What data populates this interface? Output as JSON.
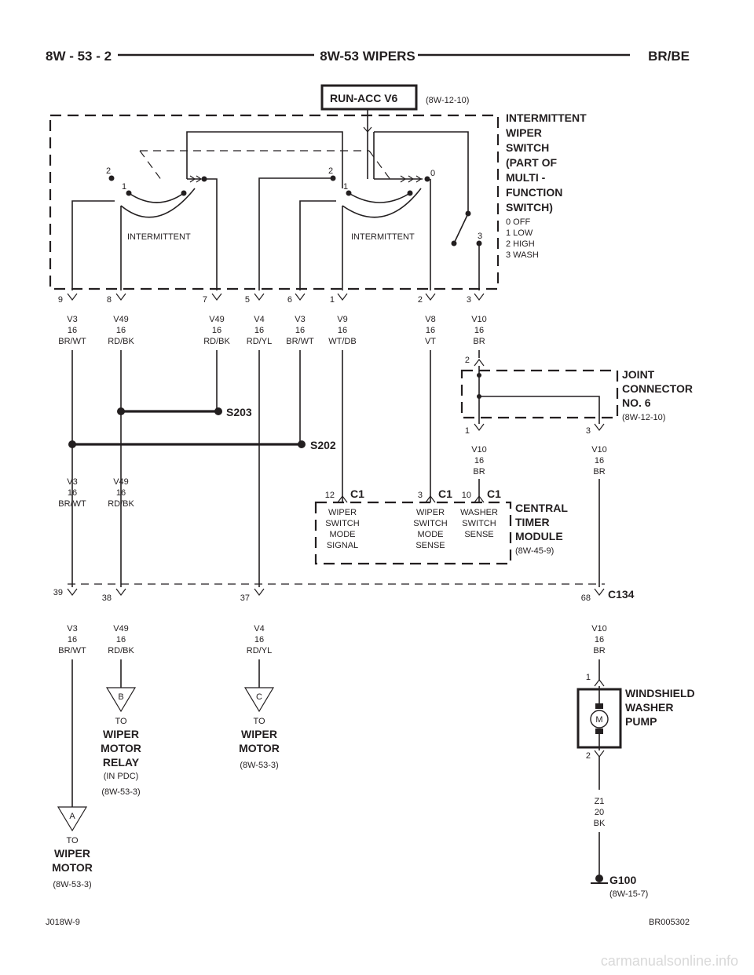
{
  "header": {
    "left": "8W - 53 - 2",
    "center": "8W-53 WIPERS",
    "right": "BR/BE"
  },
  "footer": {
    "left": "J018W-9",
    "right": "BR005302",
    "watermark": "carmanualsonline.info"
  },
  "power": {
    "label": "RUN-ACC V6",
    "ref": "(8W-12-10)"
  },
  "switch": {
    "title_lines": [
      "INTERMITTENT",
      "WIPER",
      "SWITCH",
      "(PART OF",
      "MULTI -",
      "FUNCTION",
      "SWITCH)"
    ],
    "legend": [
      "0 OFF",
      "1 LOW",
      "2 HIGH",
      "3 WASH"
    ],
    "inner_label_left": "INTERMITTENT",
    "inner_label_right": "INTERMITTENT",
    "pos_left_2": "2",
    "pos_left_1": "1",
    "pos_right_2": "2",
    "pos_right_1": "1",
    "pos_right_0": "0",
    "pos_wash_3": "3"
  },
  "switch_pins": [
    {
      "pin": "9",
      "circuit": "V3",
      "gauge": "16",
      "color": "BR/WT"
    },
    {
      "pin": "8",
      "circuit": "V49",
      "gauge": "16",
      "color": "RD/BK"
    },
    {
      "pin": "7",
      "circuit": "V49",
      "gauge": "16",
      "color": "RD/BK"
    },
    {
      "pin": "5",
      "circuit": "V4",
      "gauge": "16",
      "color": "RD/YL"
    },
    {
      "pin": "6",
      "circuit": "V3",
      "gauge": "16",
      "color": "BR/WT"
    },
    {
      "pin": "1",
      "circuit": "V9",
      "gauge": "16",
      "color": "WT/DB"
    },
    {
      "pin": "2",
      "circuit": "V8",
      "gauge": "16",
      "color": "VT"
    },
    {
      "pin": "3",
      "circuit": "V10",
      "gauge": "16",
      "color": "BR"
    }
  ],
  "splices": {
    "s203": "S203",
    "s202": "S202"
  },
  "joint_connector": {
    "title_lines": [
      "JOINT",
      "CONNECTOR",
      "NO. 6"
    ],
    "ref": "(8W-12-10)",
    "pin_top": "2",
    "pin_left": "1",
    "pin_right": "3"
  },
  "jc_wires": [
    {
      "circuit": "V10",
      "gauge": "16",
      "color": "BR"
    },
    {
      "circuit": "V10",
      "gauge": "16",
      "color": "BR"
    }
  ],
  "mid_wires": [
    {
      "circuit": "V3",
      "gauge": "16",
      "color": "BR/WT"
    },
    {
      "circuit": "V49",
      "gauge": "16",
      "color": "RD/BK"
    }
  ],
  "ctm": {
    "title_lines": [
      "CENTRAL",
      "TIMER",
      "MODULE"
    ],
    "ref": "(8W-45-9)",
    "connectors": [
      {
        "pin": "12",
        "conn": "C1",
        "label_lines": [
          "WIPER",
          "SWITCH",
          "MODE",
          "SIGNAL"
        ]
      },
      {
        "pin": "3",
        "conn": "C1",
        "label_lines": [
          "WIPER",
          "SWITCH",
          "MODE",
          "SENSE"
        ]
      },
      {
        "pin": "10",
        "conn": "C1",
        "label_lines": [
          "WASHER",
          "SWITCH",
          "SENSE"
        ]
      }
    ]
  },
  "c134": {
    "label": "C134",
    "pins": [
      "39",
      "38",
      "37",
      "68"
    ]
  },
  "lower_wires": [
    {
      "circuit": "V3",
      "gauge": "16",
      "color": "BR/WT"
    },
    {
      "circuit": "V49",
      "gauge": "16",
      "color": "RD/BK"
    },
    {
      "circuit": "V4",
      "gauge": "16",
      "color": "RD/YL"
    },
    {
      "circuit": "V10",
      "gauge": "16",
      "color": "BR"
    }
  ],
  "destinations": {
    "b": {
      "marker": "B",
      "to": "TO",
      "name_lines": [
        "WIPER",
        "MOTOR",
        "RELAY"
      ],
      "sub": "(IN PDC)",
      "ref": "(8W-53-3)"
    },
    "c": {
      "marker": "C",
      "to": "TO",
      "name_lines": [
        "WIPER",
        "MOTOR"
      ],
      "ref": "(8W-53-3)"
    },
    "a": {
      "marker": "A",
      "to": "TO",
      "name_lines": [
        "WIPER",
        "MOTOR"
      ],
      "ref": "(8W-53-3)"
    }
  },
  "pump": {
    "title_lines": [
      "WINDSHIELD",
      "WASHER",
      "PUMP"
    ],
    "motor": "M",
    "pin_top": "1",
    "pin_bottom": "2"
  },
  "ground_wire": {
    "circuit": "Z1",
    "gauge": "20",
    "color": "BK"
  },
  "ground": {
    "label": "G100",
    "ref": "(8W-15-7)"
  }
}
